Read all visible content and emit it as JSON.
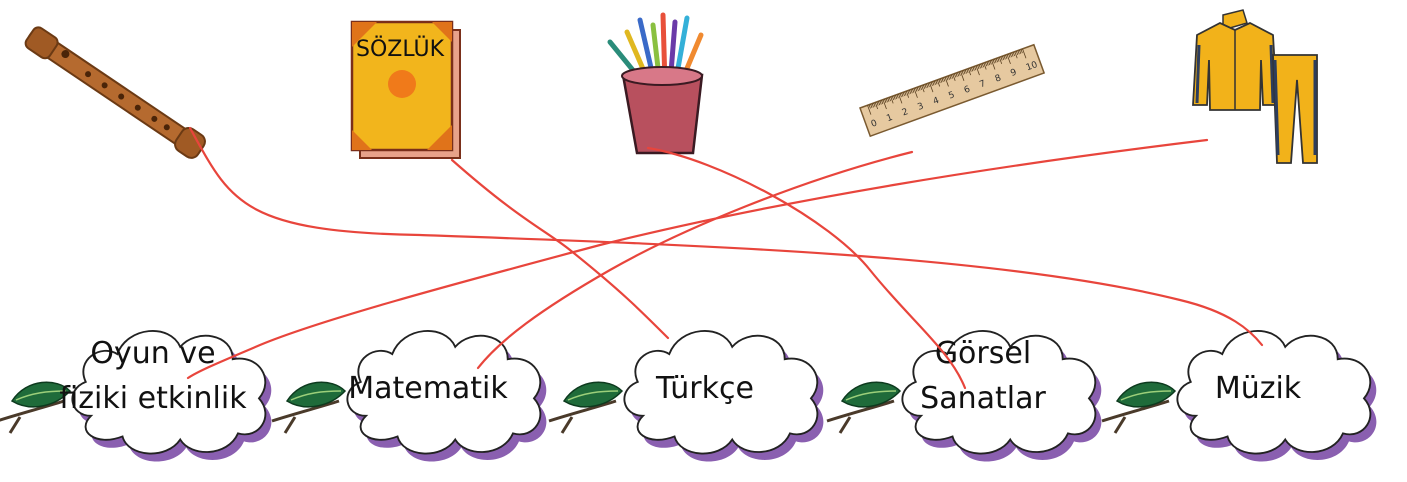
{
  "objects": {
    "recorder": {
      "icon": "recorder-flute-icon"
    },
    "dictionary": {
      "icon": "dictionary-book-icon",
      "title": "SÖZLÜK"
    },
    "pencil_cup": {
      "icon": "pencil-cup-icon"
    },
    "ruler": {
      "icon": "ruler-icon",
      "ticks": [
        "0",
        "1",
        "2",
        "3",
        "4",
        "5",
        "6",
        "7",
        "8",
        "9",
        "10"
      ]
    },
    "tracksuit": {
      "icon": "tracksuit-icon"
    }
  },
  "clouds": [
    {
      "id": "pe",
      "line1": "Oyun  ve",
      "line2": "fiziki  etkinlik"
    },
    {
      "id": "math",
      "line1": "Matematik"
    },
    {
      "id": "turkish",
      "line1": "Türkçe"
    },
    {
      "id": "art",
      "line1": "Görsel",
      "line2": "Sanatlar"
    },
    {
      "id": "music",
      "line1": "Müzik"
    }
  ],
  "matches": [
    {
      "object": "recorder",
      "cloud": "music"
    },
    {
      "object": "dictionary",
      "cloud": "turkish"
    },
    {
      "object": "pencil_cup",
      "cloud": "art"
    },
    {
      "object": "ruler",
      "cloud": "math"
    },
    {
      "object": "tracksuit",
      "cloud": "pe"
    }
  ],
  "colors": {
    "line": "#e8453c",
    "cloud_shadow": "#8a5fb0",
    "leaf": "#1f6b3a",
    "branch": "#4a3a2a",
    "book": "#f2b51c",
    "suit": "#f2b21a"
  }
}
